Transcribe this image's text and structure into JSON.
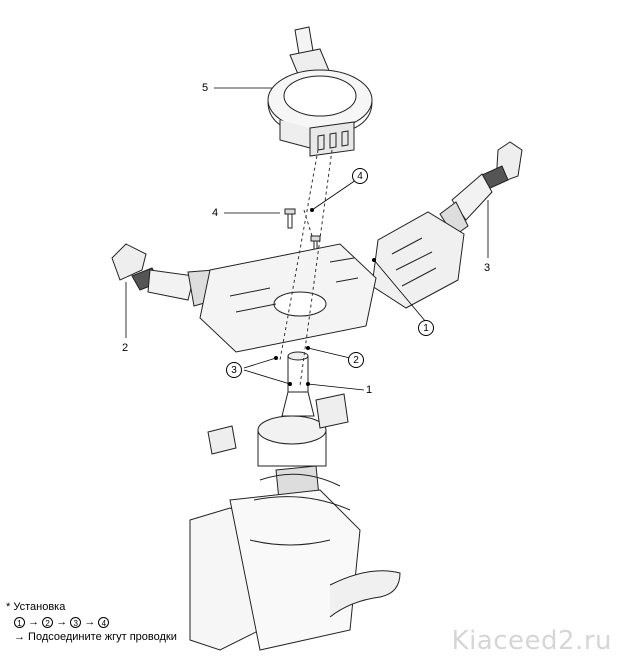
{
  "callouts": {
    "part_5": "5",
    "part_4": "4",
    "part_3": "3",
    "part_2": "2",
    "part_1": "1",
    "step_4": "4",
    "step_1": "1",
    "step_2": "2",
    "step_3": "3"
  },
  "notes": {
    "title": "* Установка",
    "sequence": [
      "1",
      "2",
      "3",
      "4"
    ],
    "arrow": "→",
    "instruction": "→ Подсоедините жгут проводки"
  },
  "watermark": "Kiaceed2.ru"
}
